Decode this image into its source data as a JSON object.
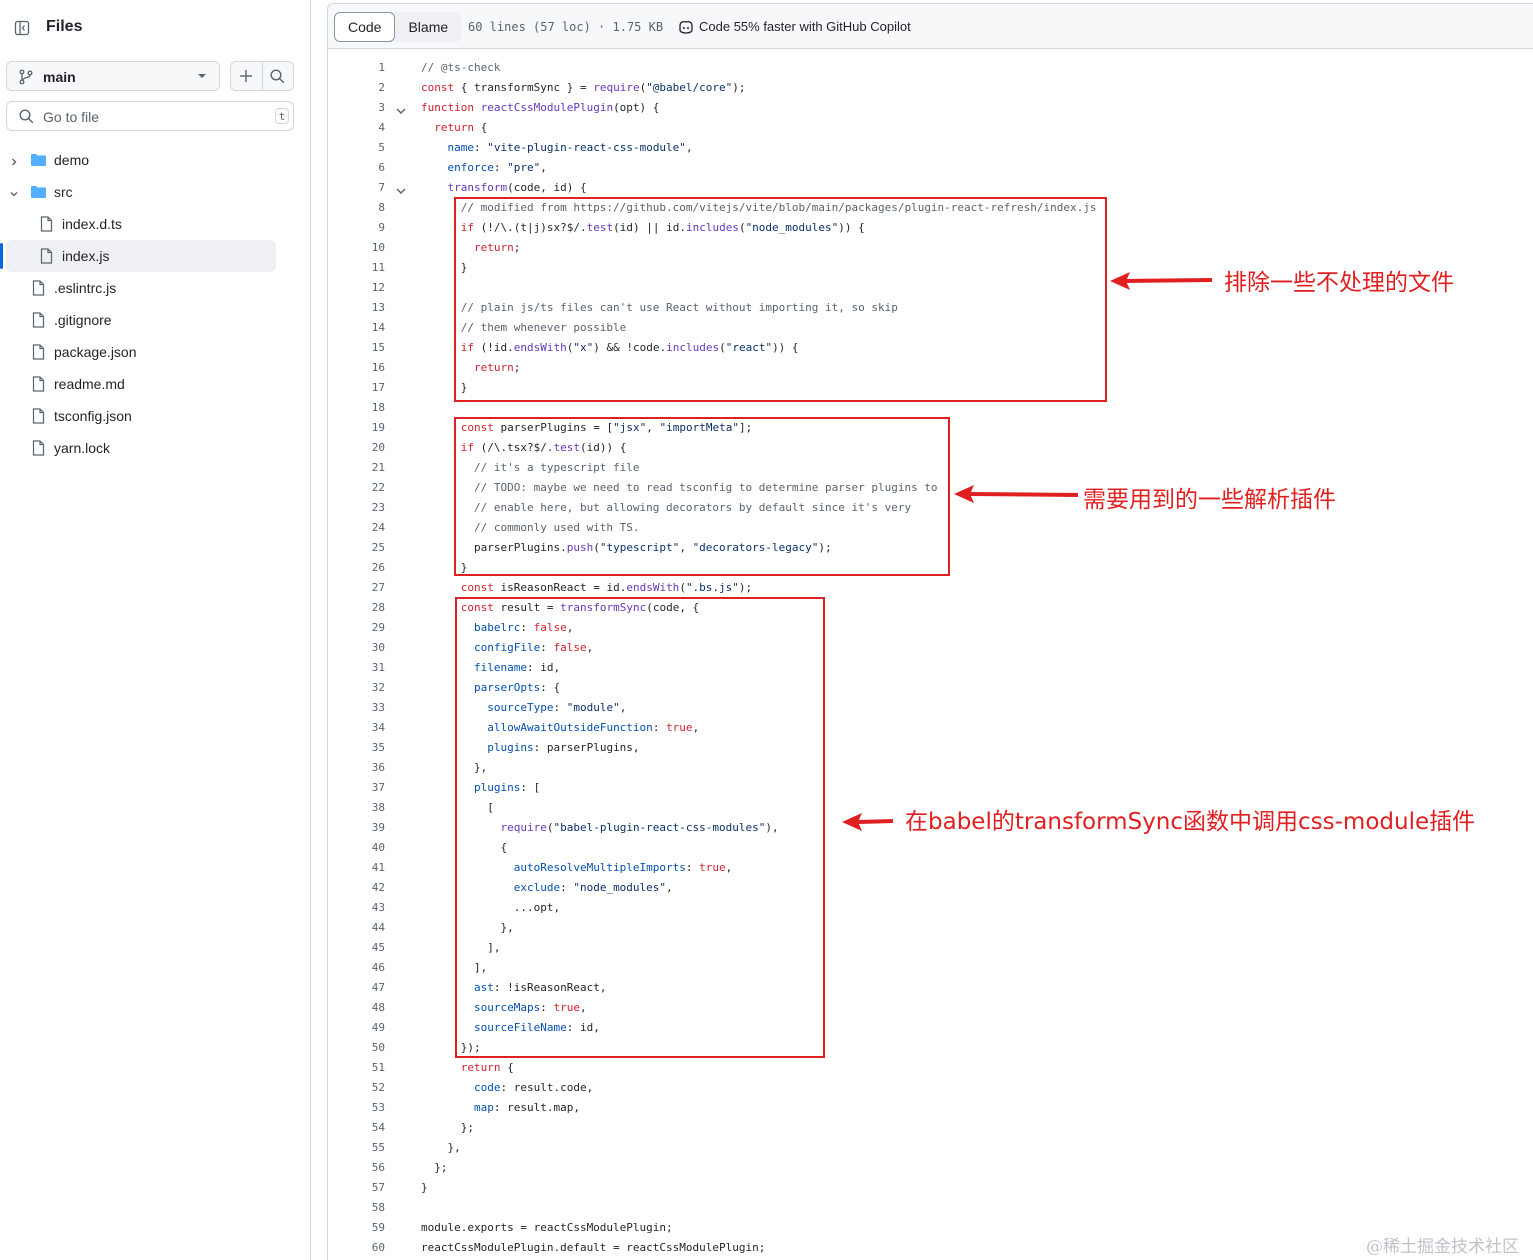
{
  "sidebar": {
    "title": "Files",
    "branch": "main",
    "search_placeholder": "Go to file",
    "search_shortcut": "t",
    "tree": [
      {
        "name": "demo",
        "type": "folder",
        "expanded": false,
        "depth": 0
      },
      {
        "name": "src",
        "type": "folder",
        "expanded": true,
        "depth": 0
      },
      {
        "name": "index.d.ts",
        "type": "file",
        "depth": 1
      },
      {
        "name": "index.js",
        "type": "file",
        "depth": 1,
        "selected": true
      },
      {
        "name": ".eslintrc.js",
        "type": "file",
        "depth": 0
      },
      {
        "name": ".gitignore",
        "type": "file",
        "depth": 0
      },
      {
        "name": "package.json",
        "type": "file",
        "depth": 0
      },
      {
        "name": "readme.md",
        "type": "file",
        "depth": 0
      },
      {
        "name": "tsconfig.json",
        "type": "file",
        "depth": 0
      },
      {
        "name": "yarn.lock",
        "type": "file",
        "depth": 0
      }
    ]
  },
  "code_header": {
    "tabs": [
      {
        "label": "Code",
        "active": true
      },
      {
        "label": "Blame",
        "active": false
      }
    ],
    "meta": "60 lines (57 loc) · 1.75 KB",
    "copilot": "Code 55% faster with GitHub Copilot"
  },
  "code": {
    "fold_lines": [
      3,
      7
    ],
    "lines": [
      "// @ts-check",
      "const { transformSync } = require(\"@babel/core\");",
      "function reactCssModulePlugin(opt) {",
      "  return {",
      "    name: \"vite-plugin-react-css-module\",",
      "    enforce: \"pre\",",
      "    transform(code, id) {",
      "      // modified from https://github.com/vitejs/vite/blob/main/packages/plugin-react-refresh/index.js",
      "      if (!/\\.(t|j)sx?$/.test(id) || id.includes(\"node_modules\")) {",
      "        return;",
      "      }",
      "",
      "      // plain js/ts files can't use React without importing it, so skip",
      "      // them whenever possible",
      "      if (!id.endsWith(\"x\") && !code.includes(\"react\")) {",
      "        return;",
      "      }",
      "",
      "      const parserPlugins = [\"jsx\", \"importMeta\"];",
      "      if (/\\.tsx?$/.test(id)) {",
      "        // it's a typescript file",
      "        // TODO: maybe we need to read tsconfig to determine parser plugins to",
      "        // enable here, but allowing decorators by default since it's very",
      "        // commonly used with TS.",
      "        parserPlugins.push(\"typescript\", \"decorators-legacy\");",
      "      }",
      "      const isReasonReact = id.endsWith(\".bs.js\");",
      "      const result = transformSync(code, {",
      "        babelrc: false,",
      "        configFile: false,",
      "        filename: id,",
      "        parserOpts: {",
      "          sourceType: \"module\",",
      "          allowAwaitOutsideFunction: true,",
      "          plugins: parserPlugins,",
      "        },",
      "        plugins: [",
      "          [",
      "            require(\"babel-plugin-react-css-modules\"),",
      "            {",
      "              autoResolveMultipleImports: true,",
      "              exclude: \"node_modules\",",
      "              ...opt,",
      "            },",
      "          ],",
      "        ],",
      "        ast: !isReasonReact,",
      "        sourceMaps: true,",
      "        sourceFileName: id,",
      "      });",
      "      return {",
      "        code: result.code,",
      "        map: result.map,",
      "      };",
      "    },",
      "  };",
      "}",
      "",
      "module.exports = reactCssModulePlugin;",
      "reactCssModulePlugin.default = reactCssModulePlugin;"
    ]
  },
  "annotations": [
    {
      "text": "排除一些不处理的文件",
      "from_line": 8,
      "to_line": 17
    },
    {
      "text": "需要用到的一些解析插件",
      "from_line": 19,
      "to_line": 26
    },
    {
      "text": "在babel的transformSync函数中调用css-module插件",
      "from_line": 28,
      "to_line": 50
    }
  ],
  "annotation_color": "#e02020",
  "accent_color": "#0969da",
  "folder_color": "#54aeff",
  "watermark": "@稀土掘金技术社区"
}
